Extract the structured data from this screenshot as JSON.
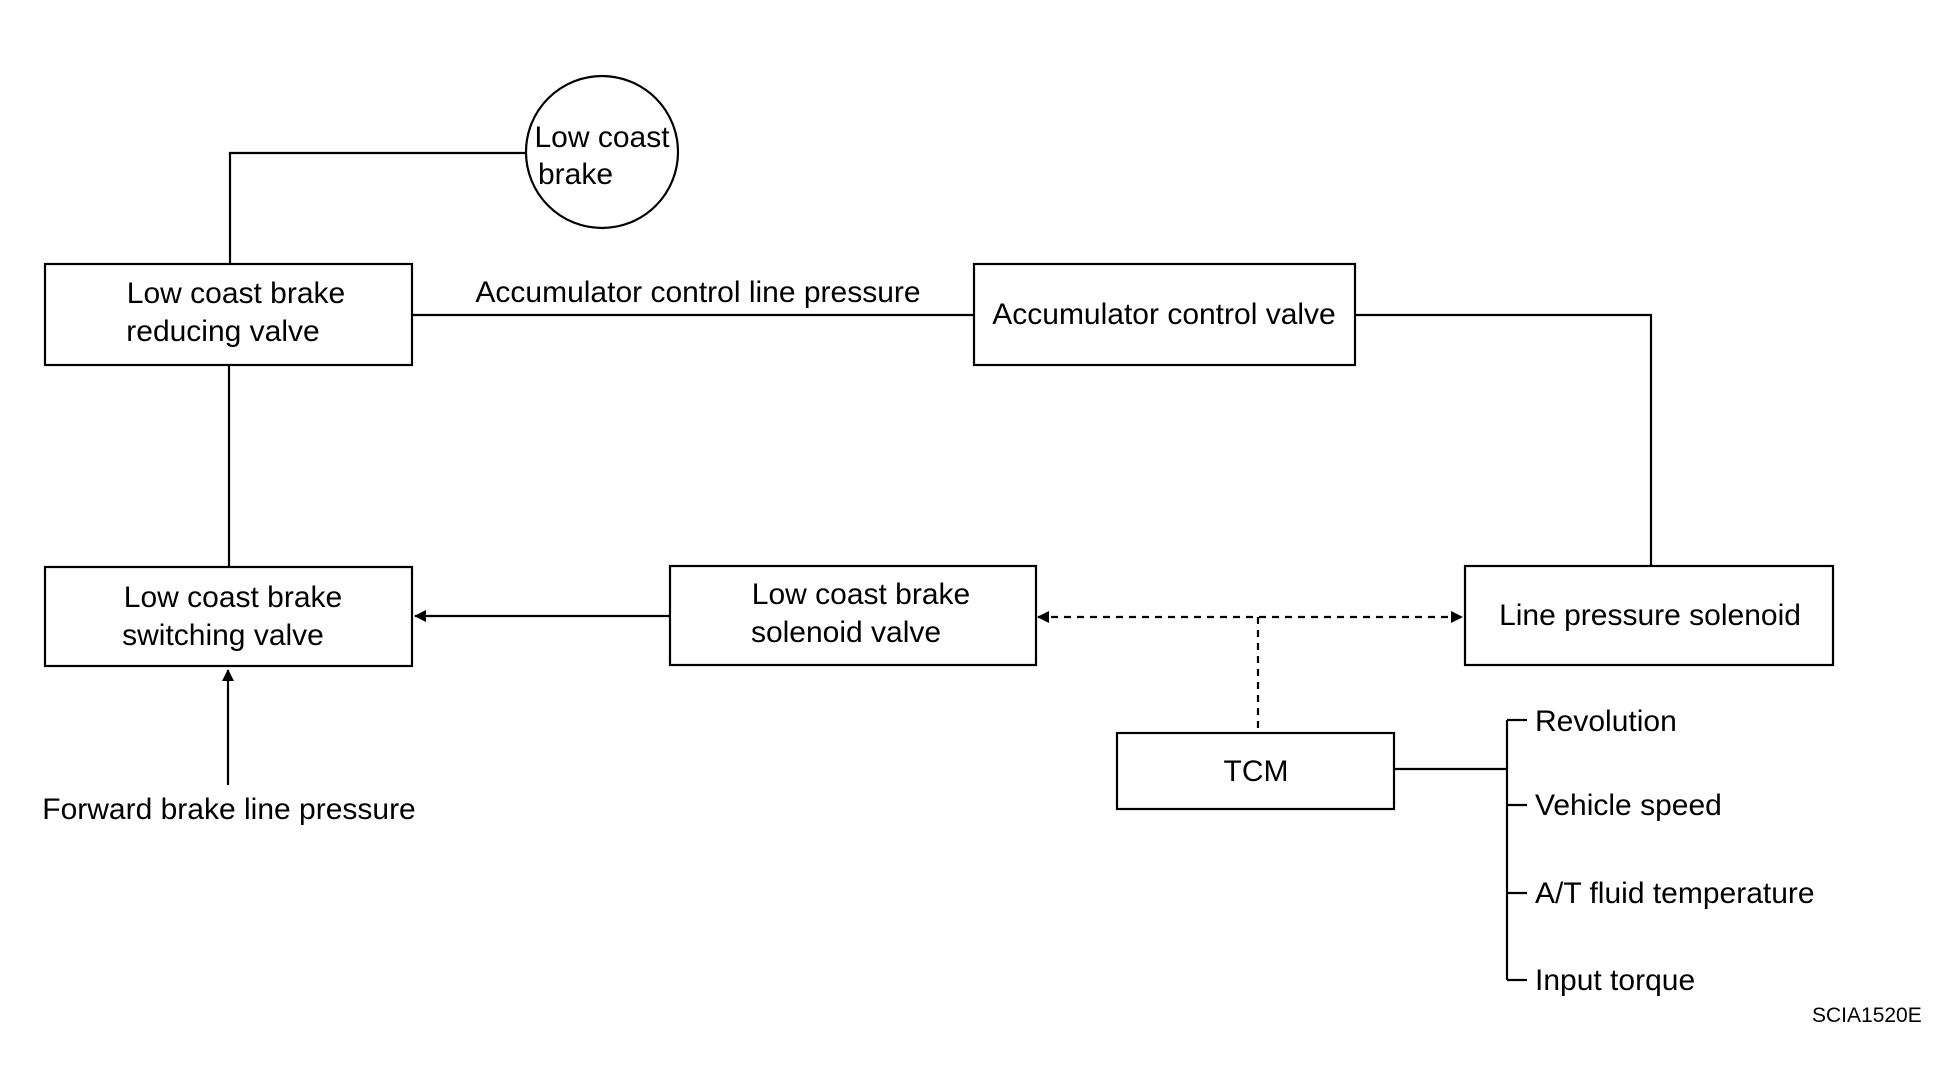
{
  "diagram": {
    "components": {
      "low_coast_brake": {
        "line1": "Low coast",
        "line2": "brake"
      },
      "reducing_valve": {
        "line1": "Low coast brake",
        "line2": "reducing valve"
      },
      "switching_valve": {
        "line1": "Low coast brake",
        "line2": "switching valve"
      },
      "solenoid_valve": {
        "line1": "Low coast brake",
        "line2": "solenoid valve"
      },
      "accumulator_control_valve": {
        "label": "Accumulator control valve"
      },
      "line_pressure_solenoid": {
        "label": "Line pressure solenoid"
      },
      "tcm": {
        "label": "TCM"
      }
    },
    "line_labels": {
      "accumulator_control_line_pressure": "Accumulator control line pressure",
      "forward_brake_line_pressure": "Forward brake line pressure"
    },
    "tcm_inputs": [
      "Revolution",
      "Vehicle speed",
      "A/T fluid temperature",
      "Input torque"
    ],
    "figure_code": "SCIA1520E"
  }
}
